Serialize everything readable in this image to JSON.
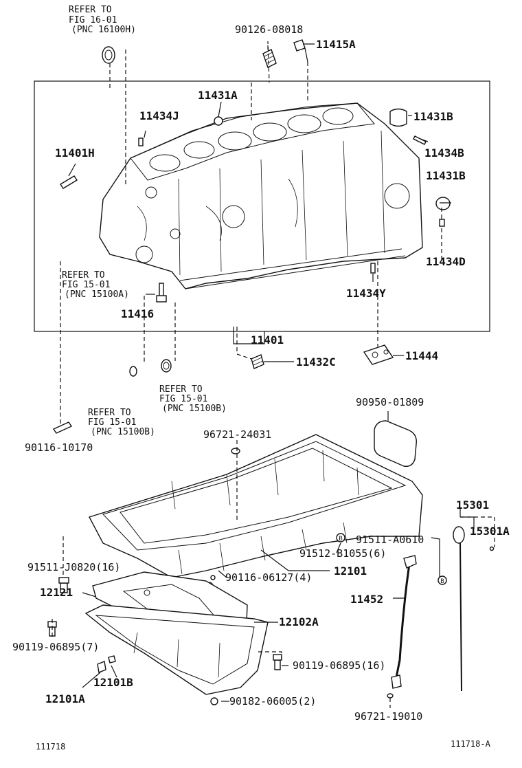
{
  "callouts": {
    "p90126_08018": "90126-08018",
    "p11415A": "11415A",
    "p11431A": "11431A",
    "p11434J": "11434J",
    "p11431B_top": "11431B",
    "p11434B": "11434B",
    "p11401H": "11401H",
    "p11431B_right": "11431B",
    "p11434D": "11434D",
    "p11434Y": "11434Y",
    "p11416": "11416",
    "p11401": "11401",
    "p11432C": "11432C",
    "p11444": "11444",
    "p90950_01809": "90950-01809",
    "p96721_24031": "96721-24031",
    "p90116_10170": "90116-10170",
    "p15301": "15301",
    "p15301A": "15301A",
    "p91511_A0610": "91511-A0610",
    "p91512_B1055": "91512-B1055(6)",
    "p91511_J0820": "91511-J0820(16)",
    "p90116_06127": "90116-06127(4)",
    "p12101": "12101",
    "p12121": "12121",
    "p11452": "11452",
    "p12102A": "12102A",
    "p90119_06895_7": "90119-06895(7)",
    "p90119_06895_16": "90119-06895(16)",
    "p12101B": "12101B",
    "p12101A": "12101A",
    "p90182_06005": "90182-06005(2)",
    "p96721_19010": "96721-19010"
  },
  "refs": {
    "top": {
      "l1": "REFER TO",
      "l2": "FIG 16-01",
      "l3": "(PNC 16100H)"
    },
    "left_a": {
      "l1": "REFER TO",
      "l2": "FIG 15-01",
      "l3": "(PNC 15100A)"
    },
    "mid_b": {
      "l1": "REFER TO",
      "l2": "FIG 15-01",
      "l3": "(PNC 15100B)"
    },
    "left_b": {
      "l1": "REFER TO",
      "l2": "FIG 15-01",
      "l3": "(PNC 15100B)"
    }
  },
  "footer": {
    "left_code": "111718",
    "right_code": "111718-A"
  },
  "markers": {
    "b_label": "B"
  }
}
